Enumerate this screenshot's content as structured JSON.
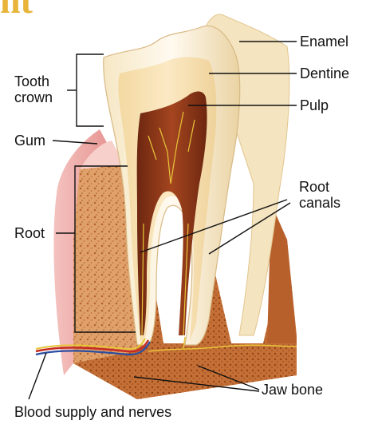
{
  "top_fragment": "nt",
  "labels": {
    "enamel": "Enamel",
    "dentine": "Dentine",
    "pulp": "Pulp",
    "root_canals": "Root\ncanals",
    "tooth_crown": "Tooth\ncrown",
    "gum": "Gum",
    "root": "Root",
    "jaw_bone": "Jaw bone",
    "blood_supply": "Blood supply and nerves"
  },
  "colors": {
    "enamel": "#fbf4df",
    "dentine": "#f1d9a6",
    "pulp": "#8a3416",
    "bone": "#d9874e",
    "gum": "#eea6a3",
    "vessel_red": "#c62b22",
    "vessel_blue": "#2a4ea0",
    "nerve_yellow": "#e8c53a",
    "pointer": "#111111"
  }
}
